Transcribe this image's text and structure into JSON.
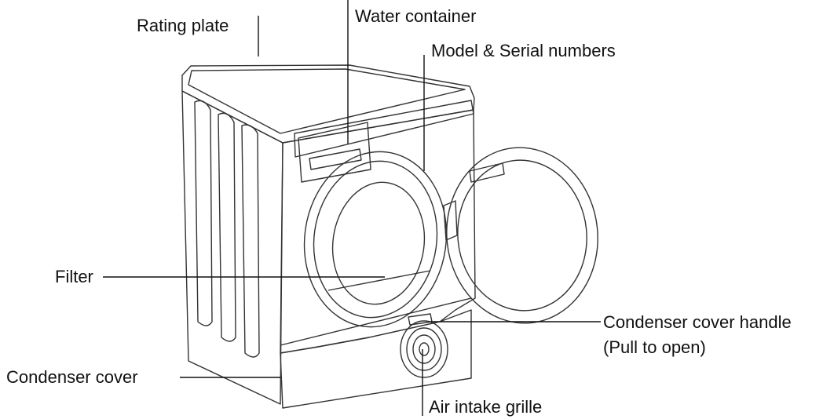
{
  "labels": {
    "rating_plate": "Rating plate",
    "water_container": "Water container",
    "model_serial": "Model & Serial numbers",
    "filter": "Filter",
    "condenser_cover_handle": "Condenser cover handle",
    "pull_to_open": "(Pull to open)",
    "condenser_cover": "Condenser cover",
    "air_intake_grille": "Air intake grille"
  },
  "colors": {
    "line": "#111111",
    "outline": "#333333",
    "background": "#ffffff"
  }
}
